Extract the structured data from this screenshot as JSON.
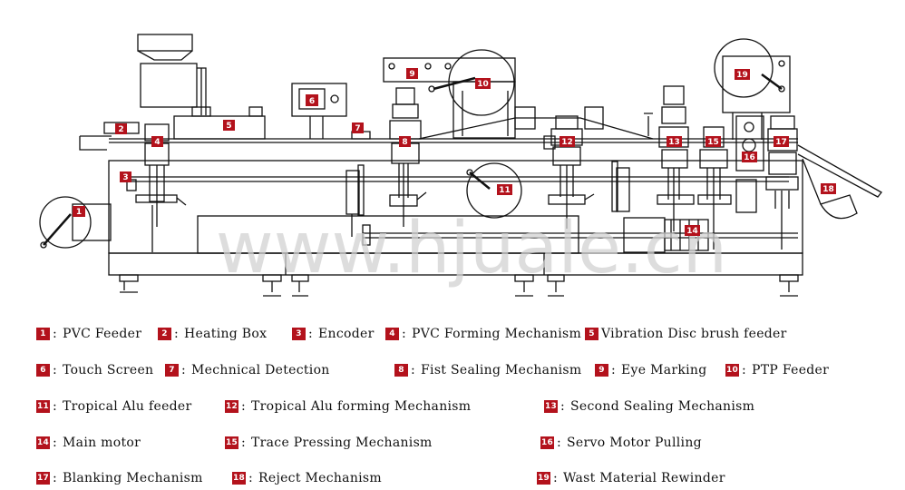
{
  "watermark": "www.hjuale.cn",
  "legend": [
    {
      "num": "1",
      "label": "PVC Feeder"
    },
    {
      "num": "2",
      "label": "Heating Box"
    },
    {
      "num": "3",
      "label": "Encoder"
    },
    {
      "num": "4",
      "label": "PVC Forming Mechanism"
    },
    {
      "num": "5",
      "label": "Vibration Disc brush feeder"
    },
    {
      "num": "6",
      "label": "Touch Screen"
    },
    {
      "num": "7",
      "label": "Mechnical Detection"
    },
    {
      "num": "8",
      "label": "Fist Sealing Mechanism"
    },
    {
      "num": "9",
      "label": "Eye Marking"
    },
    {
      "num": "10",
      "label": "PTP Feeder"
    },
    {
      "num": "11",
      "label": "Tropical Alu feeder"
    },
    {
      "num": "12",
      "label": "Tropical Alu forming Mechanism"
    },
    {
      "num": "13",
      "label": "Second Sealing Mechanism"
    },
    {
      "num": "14",
      "label": "Main motor"
    },
    {
      "num": "15",
      "label": "Trace Pressing Mechanism"
    },
    {
      "num": "16",
      "label": "Servo Motor Pulling"
    },
    {
      "num": "17",
      "label": "Blanking Mechanism"
    },
    {
      "num": "18",
      "label": "Reject Mechanism"
    },
    {
      "num": "19",
      "label": "Wast Material Rewinder"
    }
  ]
}
